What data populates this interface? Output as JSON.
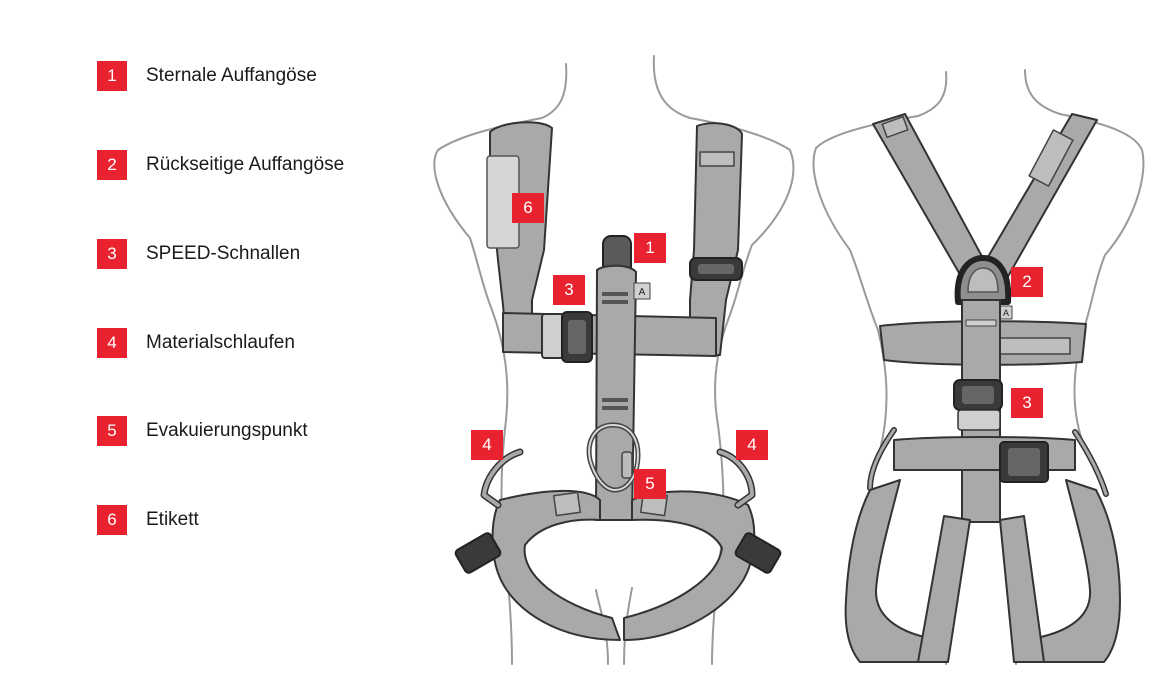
{
  "legend": [
    {
      "num": "1",
      "label": "Sternale Auffangöse"
    },
    {
      "num": "2",
      "label": "Rückseitige Auffangöse"
    },
    {
      "num": "3",
      "label": "SPEED-Schnallen"
    },
    {
      "num": "4",
      "label": "Materialschlaufen"
    },
    {
      "num": "5",
      "label": "Evakuierungspunkt"
    },
    {
      "num": "6",
      "label": "Etikett"
    }
  ],
  "markers": {
    "front_sternal": "1",
    "front_label": "6",
    "front_speed": "3",
    "front_loop_left": "4",
    "front_loop_right": "4",
    "front_evac": "5",
    "back_dorsal": "2",
    "back_speed": "3"
  },
  "tags": {
    "front_a": "A",
    "back_a": "A"
  },
  "colors": {
    "badge": "#e8222e",
    "strap": "#a9a9a9",
    "strap_dark": "#8e8e8e",
    "outline": "#333333",
    "body_line": "#9a9a9a",
    "buckle": "#3a3a3a"
  }
}
